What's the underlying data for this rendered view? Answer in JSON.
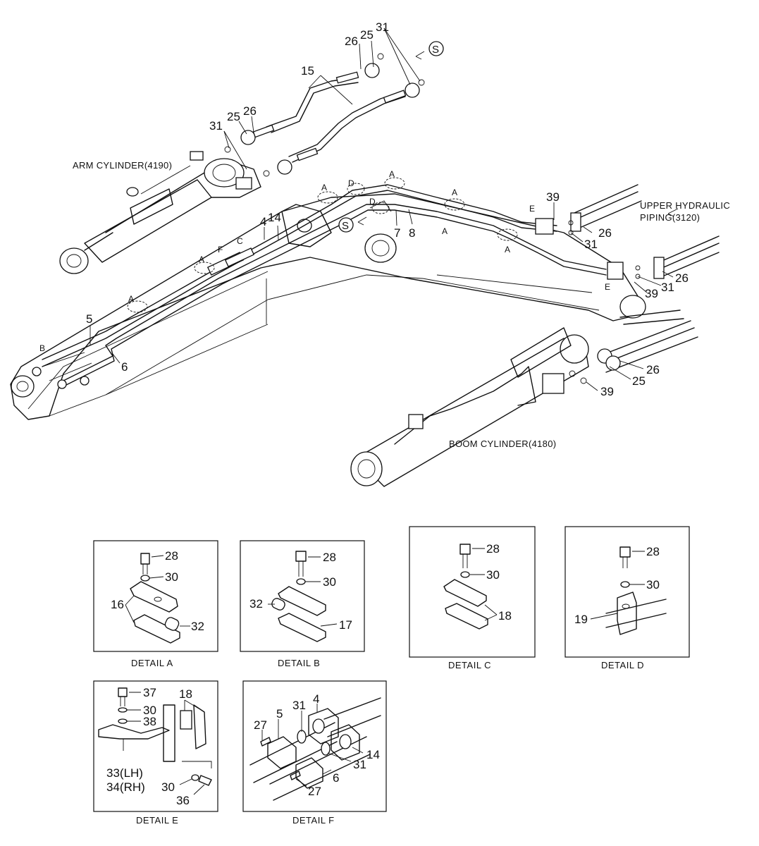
{
  "assembly_labels": {
    "arm_cylinder": "ARM CYLINDER(4190)",
    "boom_cylinder": "BOOM CYLINDER(4180)",
    "upper_piping_line1": "UPPER HYDRAULIC",
    "upper_piping_line2": "PIPING(3120)"
  },
  "section_marker": "S",
  "part_numbers": {
    "p4": "4",
    "p5": "5",
    "p6": "6",
    "p7": "7",
    "p8": "8",
    "p14": "14",
    "p15": "15",
    "p16": "16",
    "p17": "17",
    "p18": "18",
    "p19": "19",
    "p25": "25",
    "p26": "26",
    "p27": "27",
    "p28": "28",
    "p30": "30",
    "p31": "31",
    "p32": "32",
    "p33": "33(LH)",
    "p34": "34(RH)",
    "p36": "36",
    "p37": "37",
    "p38": "38",
    "p39": "39"
  },
  "detail_letters": {
    "a": "A",
    "b": "B",
    "c": "C",
    "d": "D",
    "e": "E",
    "f": "F"
  },
  "detail_captions": {
    "a": "DETAIL  A",
    "b": "DETAIL  B",
    "c": "DETAIL  C",
    "d": "DETAIL  D",
    "e": "DETAIL  E",
    "f": "DETAIL  F"
  }
}
